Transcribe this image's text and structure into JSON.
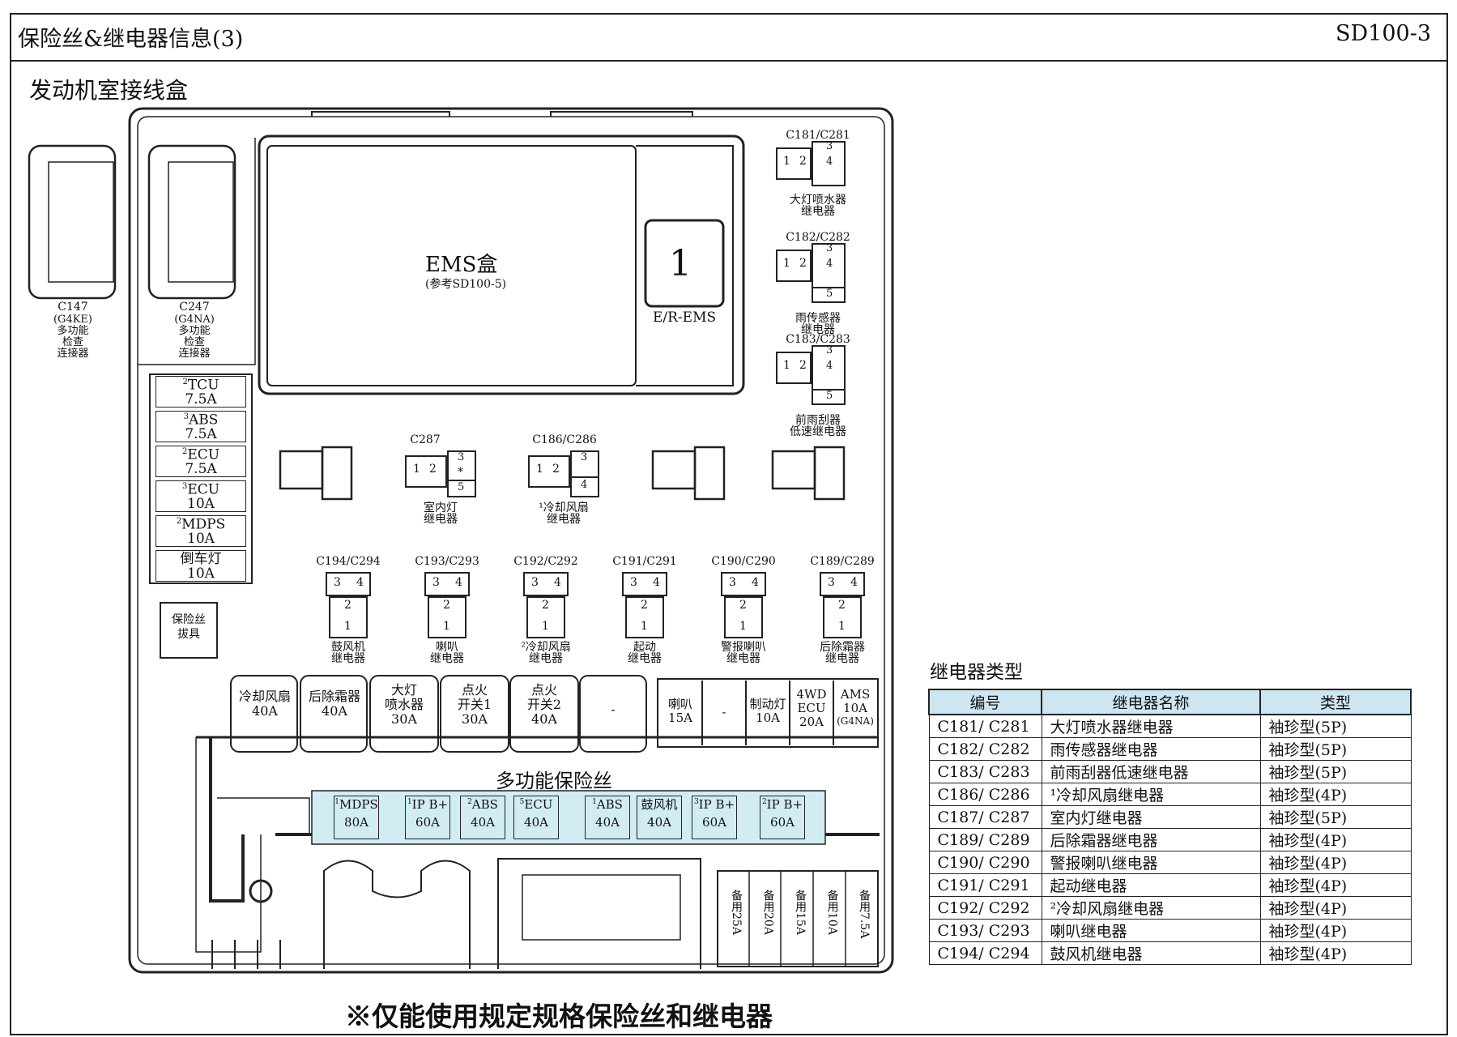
{
  "header": {
    "title": "保险丝&继电器信息(3)",
    "code": "SD100-3"
  },
  "section_title": "发动机室接线盒",
  "connectors": [
    {
      "id": "C147",
      "sub": "(G4KE)",
      "l1": "多功能",
      "l2": "检查",
      "l3": "连接器"
    },
    {
      "id": "C247",
      "sub": "(G4NA)",
      "l1": "多功能",
      "l2": "检查",
      "l3": "连接器"
    }
  ],
  "ems": {
    "title": "EMS盒",
    "ref": "(参考SD100-5)",
    "relay_num": "1",
    "relay_name": "E/R-EMS"
  },
  "side_fuses": [
    {
      "sup": "2",
      "name": "TCU",
      "amp": "7.5A"
    },
    {
      "sup": "3",
      "name": "ABS",
      "amp": "7.5A"
    },
    {
      "sup": "2",
      "name": "ECU",
      "amp": "7.5A"
    },
    {
      "sup": "3",
      "name": "ECU",
      "amp": "10A"
    },
    {
      "sup": "2",
      "name": "MDPS",
      "amp": "10A"
    },
    {
      "sup": "",
      "name": "倒车灯",
      "amp": "10A"
    }
  ],
  "puller": {
    "l1": "保险丝",
    "l2": "拔具"
  },
  "right_relays": [
    {
      "id": "C181/C281",
      "l1": "大灯喷水器",
      "l2": "继电器"
    },
    {
      "id": "C182/C282",
      "l1": "雨传感器",
      "l2": "继电器"
    },
    {
      "id": "C183/C283",
      "l1": "前雨刮器",
      "l2": "低速继电器"
    }
  ],
  "mid_relays": [
    {
      "id": "C287",
      "l1": "室内灯",
      "l2": "继电器"
    },
    {
      "id": "C186/C286",
      "l1": "¹冷却风扇",
      "l2": "继电器"
    }
  ],
  "row_relays": [
    {
      "id": "C194/C294",
      "l1": "鼓风机",
      "l2": "继电器"
    },
    {
      "id": "C193/C293",
      "l1": "喇叭",
      "l2": "继电器"
    },
    {
      "id": "C192/C292",
      "l1": "²冷却风扇",
      "l2": "继电器"
    },
    {
      "id": "C191/C291",
      "l1": "起动",
      "l2": "继电器"
    },
    {
      "id": "C190/C290",
      "l1": "警报喇叭",
      "l2": "继电器"
    },
    {
      "id": "C189/C289",
      "l1": "后除霜器",
      "l2": "继电器"
    }
  ],
  "large_fuses": [
    {
      "l1": "冷却风扇",
      "l2": "40A",
      "l3": ""
    },
    {
      "l1": "后除霜器",
      "l2": "40A",
      "l3": ""
    },
    {
      "l1": "大灯",
      "l2": "喷水器",
      "l3": "30A"
    },
    {
      "l1": "点火",
      "l2": "开关1",
      "l3": "30A"
    },
    {
      "l1": "点火",
      "l2": "开关2",
      "l3": "40A"
    },
    {
      "l1": "-",
      "l2": "",
      "l3": ""
    }
  ],
  "small_fuses": [
    {
      "l1": "喇叭",
      "l2": "15A",
      "l3": ""
    },
    {
      "l1": "-",
      "l2": "",
      "l3": ""
    },
    {
      "l1": "制动灯",
      "l2": "10A",
      "l3": ""
    },
    {
      "l1": "4WD",
      "l2": "ECU",
      "l3": "20A"
    },
    {
      "l1": "AMS",
      "l2": "10A",
      "l3": "(G4NA)"
    }
  ],
  "multi_fuse": {
    "title": "多功能保险丝",
    "items": [
      {
        "sup": "1",
        "name": "MDPS",
        "amp": "80A"
      },
      {
        "sup": "1",
        "name": "IP B+",
        "amp": "60A"
      },
      {
        "sup": "2",
        "name": "ABS",
        "amp": "40A"
      },
      {
        "sup": "5",
        "name": "ECU",
        "amp": "40A"
      },
      {
        "sup": "1",
        "name": "ABS",
        "amp": "40A"
      },
      {
        "sup": "",
        "name": "鼓风机",
        "amp": "40A"
      },
      {
        "sup": "3",
        "name": "IP B+",
        "amp": "60A"
      },
      {
        "sup": "2",
        "name": "IP B+",
        "amp": "60A"
      }
    ]
  },
  "spares": [
    "备用25A",
    "备用20A",
    "备用15A",
    "备用10A",
    "备用7.5A"
  ],
  "relay_table": {
    "title": "继电器类型",
    "headers": [
      "编号",
      "继电器名称",
      "类型"
    ],
    "rows": [
      [
        "C181/ C281",
        "大灯喷水器继电器",
        "袖珍型(5P)"
      ],
      [
        "C182/ C282",
        "雨传感器继电器",
        "袖珍型(5P)"
      ],
      [
        "C183/ C283",
        "前雨刮器低速继电器",
        "袖珍型(5P)"
      ],
      [
        "C186/ C286",
        "¹冷却风扇继电器",
        "袖珍型(4P)"
      ],
      [
        "C187/ C287",
        "室内灯继电器",
        "袖珍型(5P)"
      ],
      [
        "C189/ C289",
        "后除霜器继电器",
        "袖珍型(4P)"
      ],
      [
        "C190/ C290",
        "警报喇叭继电器",
        "袖珍型(4P)"
      ],
      [
        "C191/ C291",
        "起动继电器",
        "袖珍型(4P)"
      ],
      [
        "C192/ C292",
        "²冷却风扇继电器",
        "袖珍型(4P)"
      ],
      [
        "C193/ C293",
        "喇叭继电器",
        "袖珍型(4P)"
      ],
      [
        "C194/ C294",
        "鼓风机继电器",
        "袖珍型(4P)"
      ]
    ]
  },
  "note": "※仅能使用规定规格保险丝和继电器"
}
